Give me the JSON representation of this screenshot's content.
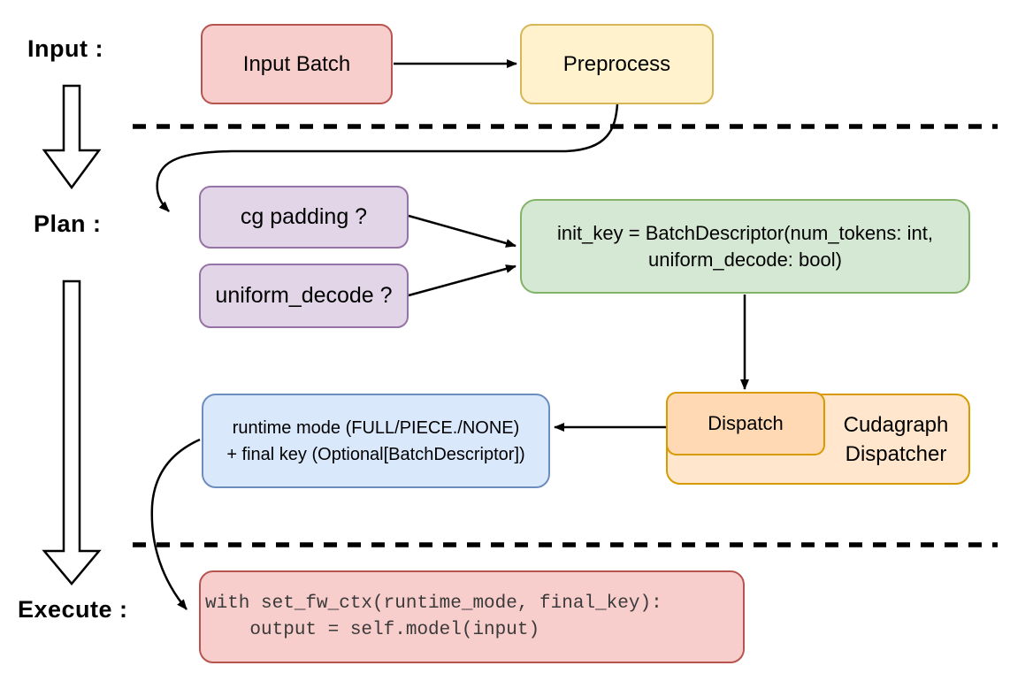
{
  "diagram": {
    "background": "#ffffff",
    "line_color": "#000000",
    "sections": [
      {
        "id": "input",
        "label": "Input :"
      },
      {
        "id": "plan",
        "label": "Plan :"
      },
      {
        "id": "execute",
        "label": "Execute :"
      }
    ],
    "nodes": {
      "input_batch": {
        "label": "Input Batch",
        "fill": "#f8cecc",
        "stroke": "#b85450"
      },
      "preprocess": {
        "label": "Preprocess",
        "fill": "#fff2cc",
        "stroke": "#d6b656"
      },
      "cg_padding": {
        "label": "cg padding ?",
        "fill": "#e1d5e7",
        "stroke": "#9673a6"
      },
      "uniform_decode": {
        "label": "uniform_decode ?",
        "fill": "#e1d5e7",
        "stroke": "#9673a6"
      },
      "init_key": {
        "line1": "init_key = BatchDescriptor(num_tokens: int,",
        "line2": "uniform_decode: bool)",
        "fill": "#d5e8d4",
        "stroke": "#82b366"
      },
      "dispatch": {
        "label": "Dispatch",
        "fill": "#ffd9b3",
        "stroke": "#d79b00"
      },
      "cudagraph_dispatcher": {
        "line1": "Cudagraph",
        "line2": "Dispatcher",
        "fill": "#ffe6cc",
        "stroke": "#d79b00"
      },
      "runtime_mode": {
        "line1": "runtime mode (FULL/PIECE./NONE)",
        "line2": "+ final key (Optional[BatchDescriptor])",
        "fill": "#dae8fc",
        "stroke": "#6c8ebf"
      },
      "execute_code": {
        "line1": "with set_fw_ctx(runtime_mode, final_key):",
        "line2": "    output = self.model(input)",
        "fill": "#f8cecc",
        "stroke": "#b85450"
      }
    }
  }
}
